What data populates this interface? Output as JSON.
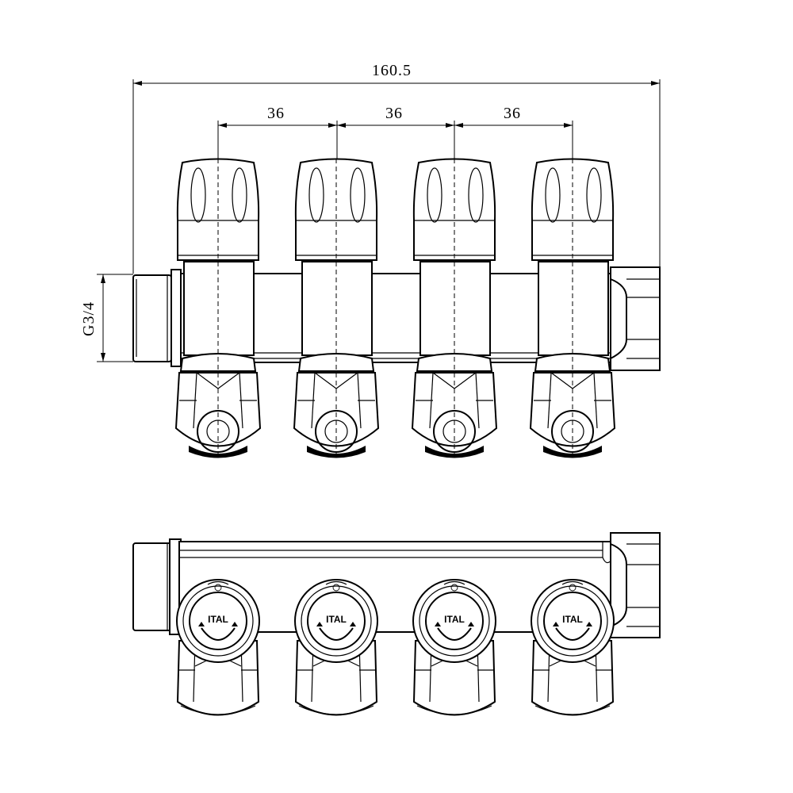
{
  "dimensions": {
    "overall_width": "160.5",
    "spacing_1": "36",
    "spacing_2": "36",
    "spacing_3": "36",
    "thread": "G3/4"
  },
  "valve_brand": "ITAL",
  "outlet_count": 4
}
